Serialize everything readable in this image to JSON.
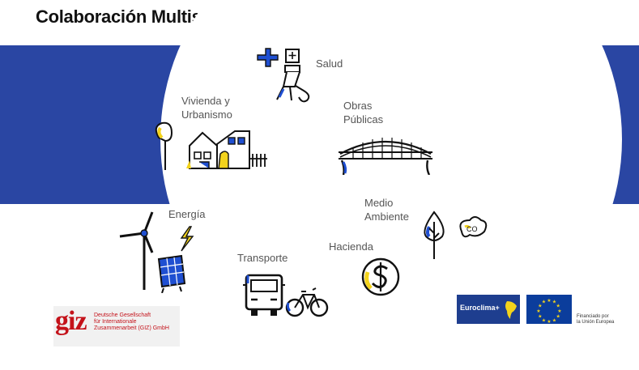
{
  "slide": {
    "title": "Colaboración Multisectorial"
  },
  "sectors": {
    "salud": "Salud",
    "vivienda": "Vivienda y\nUrbanismo",
    "obras": "Obras\nPúblicas",
    "medio_ambiente": "Medio\nAmbiente",
    "energia": "Energía",
    "hacienda": "Hacienda",
    "transporte": "Transporte"
  },
  "logos": {
    "giz_mark": "giz",
    "giz_text": "Deutsche Gesellschaft\nfür Internationale\nZusammenarbeit (GIZ) GmbH",
    "euroclima": "Euroclima+",
    "eu_caption": "Financiado por\nla Unión Europea"
  },
  "colors": {
    "band": "#2a46a3",
    "accent_blue": "#1f4fd1",
    "accent_yellow": "#f3d31c",
    "giz_red": "#c4121a"
  },
  "icons": [
    "health-icon",
    "housing-icon",
    "bridge-icon",
    "environment-icon",
    "energy-icon",
    "finance-icon",
    "transport-icon"
  ]
}
